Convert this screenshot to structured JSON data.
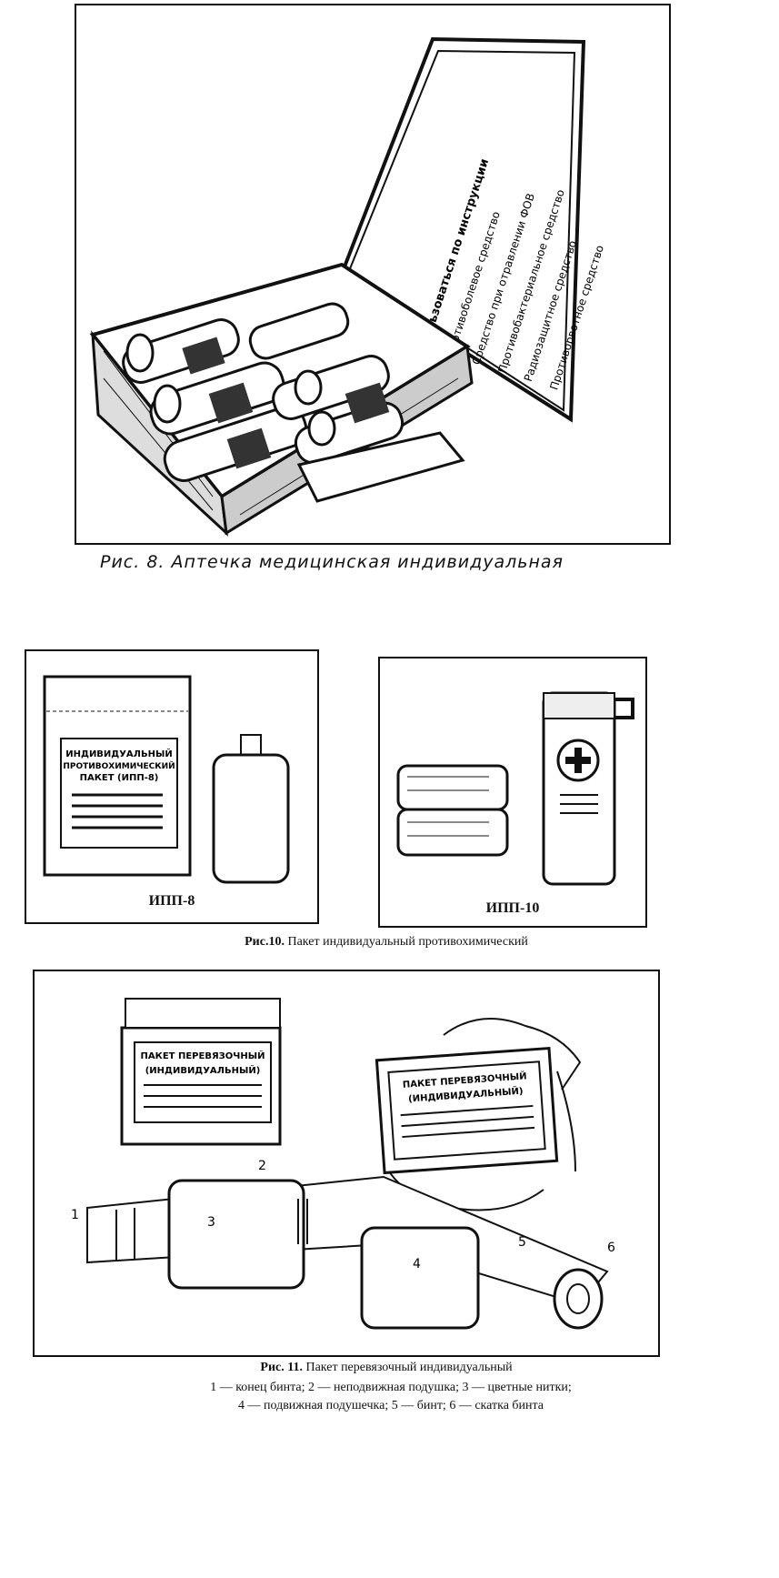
{
  "fig8": {
    "caption": "Рис. 8. Аптечка медицинская индивидуальная",
    "lid_lines": [
      "Пользоваться по инструкции",
      "Противоболевое средство",
      "Средство при отравлении ФОВ",
      "Противобактериальное средство",
      "Радиозащитное средство",
      "Противорвотное средство"
    ]
  },
  "fig10": {
    "caption_prefix": "Рис.10.",
    "caption_text": "Пакет индивидуальный противохимический",
    "left_label": "ИПП-8",
    "right_label": "ИПП-10",
    "packet_label_line1": "ИНДИВИДУАЛЬНЫЙ",
    "packet_label_line2": "ПРОТИВОХИМИЧЕСКИЙ",
    "packet_label_line3": "ПАКЕТ (ИПП-8)"
  },
  "fig11": {
    "caption_prefix": "Рис. 11.",
    "caption_text": "Пакет перевязочный индивидуальный",
    "legend_line1": "1 — конец бинта; 2 — неподвижная подушка; 3 — цветные нитки;",
    "legend_line2": "4 — подвижная подушечка; 5 — бинт; 6 — скатка бинта",
    "packet_line1": "ПАКЕТ ПЕРЕВЯЗОЧНЫЙ",
    "packet_line2": "(ИНДИВИДУАЛЬНЫЙ)",
    "numbers": [
      "1",
      "2",
      "3",
      "4",
      "5",
      "6"
    ]
  }
}
